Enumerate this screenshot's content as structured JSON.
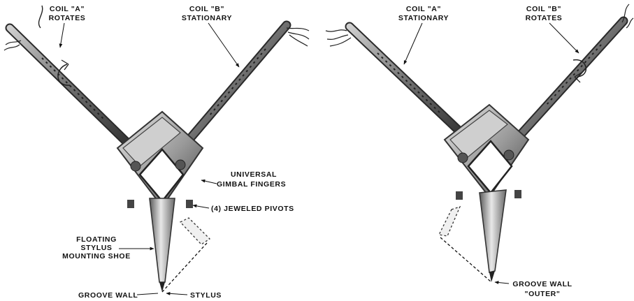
{
  "left_panel": {
    "coil_a": {
      "line1": "COIL \"A\"",
      "line2": "ROTATES"
    },
    "coil_b": {
      "line1": "COIL \"B\"",
      "line2": "STATIONARY"
    },
    "gimbal": {
      "line1": "UNIVERSAL",
      "line2": "GIMBAL FINGERS"
    },
    "pivots": "(4) JEWELED PIVOTS",
    "shoe": {
      "line1": "FLOATING",
      "line2": "STYLUS",
      "line3": "MOUNTING SHOE"
    },
    "groove_wall": "GROOVE WALL",
    "stylus": "STYLUS"
  },
  "right_panel": {
    "coil_a": {
      "line1": "COIL \"A\"",
      "line2": "STATIONARY"
    },
    "coil_b": {
      "line1": "COIL \"B\"",
      "line2": "ROTATES"
    },
    "groove_wall": {
      "line1": "GROOVE WALL",
      "line2": "\"OUTER\""
    }
  },
  "colors": {
    "ink": "#111111",
    "metal_dark": "#3a3a3a",
    "metal_mid": "#8a8a8a",
    "metal_light": "#d6d6d6"
  }
}
